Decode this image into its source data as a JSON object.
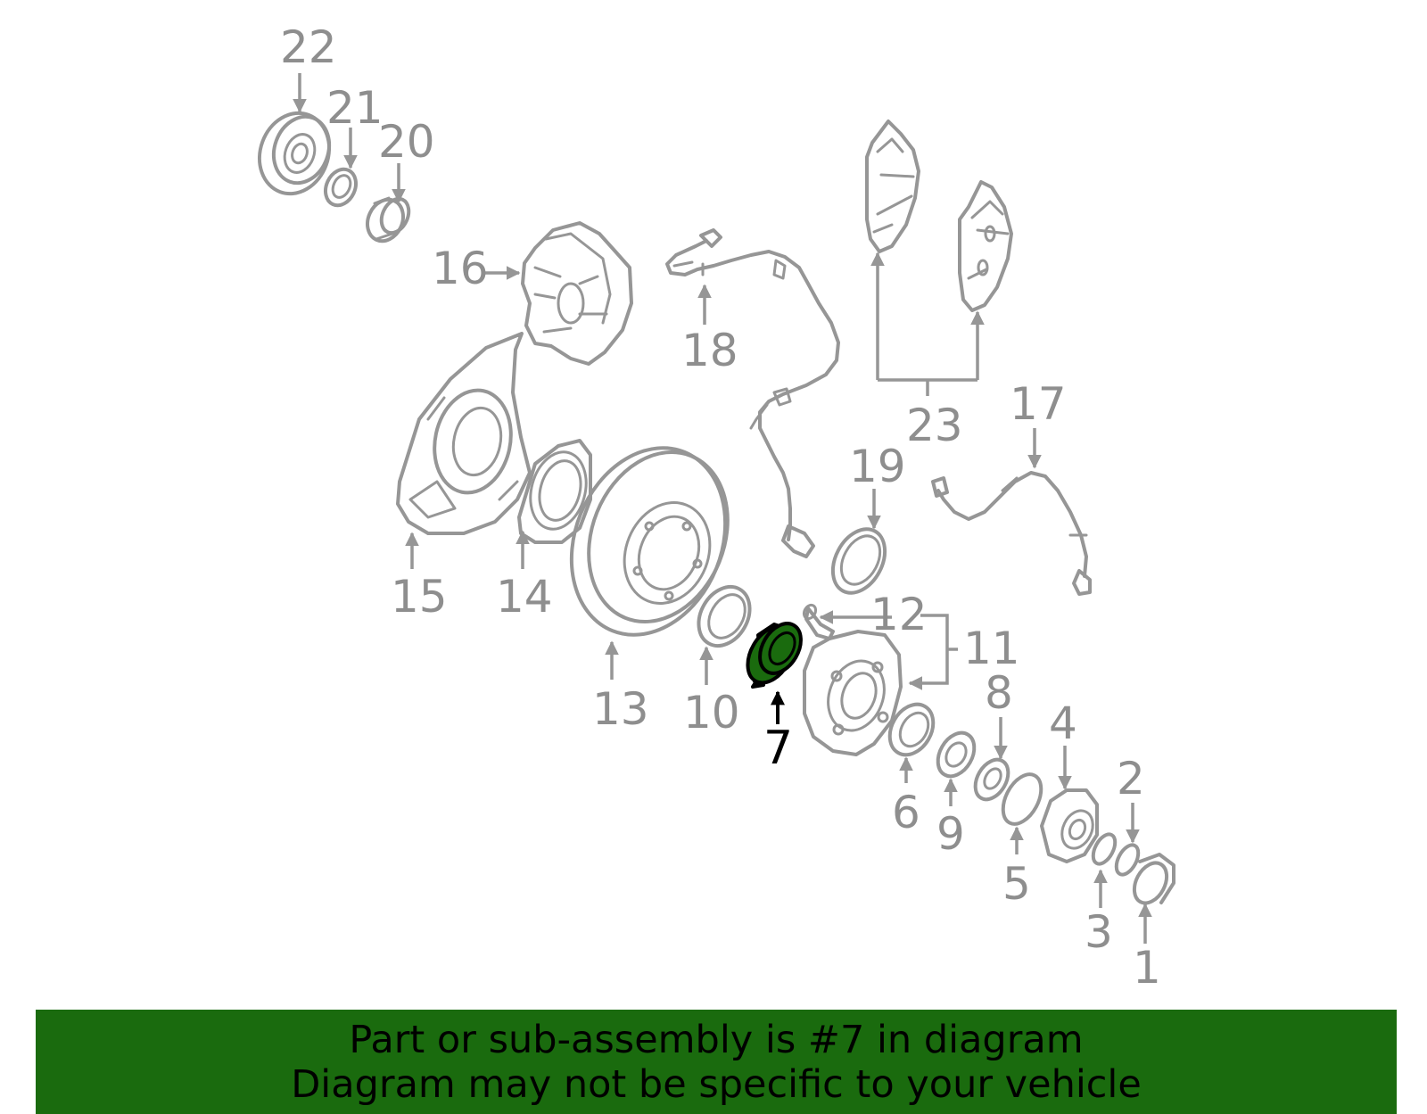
{
  "diagram": {
    "labels": {
      "p1": "1",
      "p2": "2",
      "p3": "3",
      "p4": "4",
      "p5": "5",
      "p6": "6",
      "p7": "7",
      "p8": "8",
      "p9": "9",
      "p10": "10",
      "p11": "11",
      "p12": "12",
      "p13": "13",
      "p14": "14",
      "p15": "15",
      "p16": "16",
      "p17": "17",
      "p18": "18",
      "p19": "19",
      "p20": "20",
      "p21": "21",
      "p22": "22",
      "p23": "23"
    },
    "highlighted_part": "7",
    "colors": {
      "parts": "#969696",
      "highlight": "#1a6b0e",
      "banner": "#1a6b0e"
    }
  },
  "banner": {
    "line1": "Part or sub-assembly is #7 in diagram",
    "line2": "Diagram may not be specific to your vehicle"
  }
}
